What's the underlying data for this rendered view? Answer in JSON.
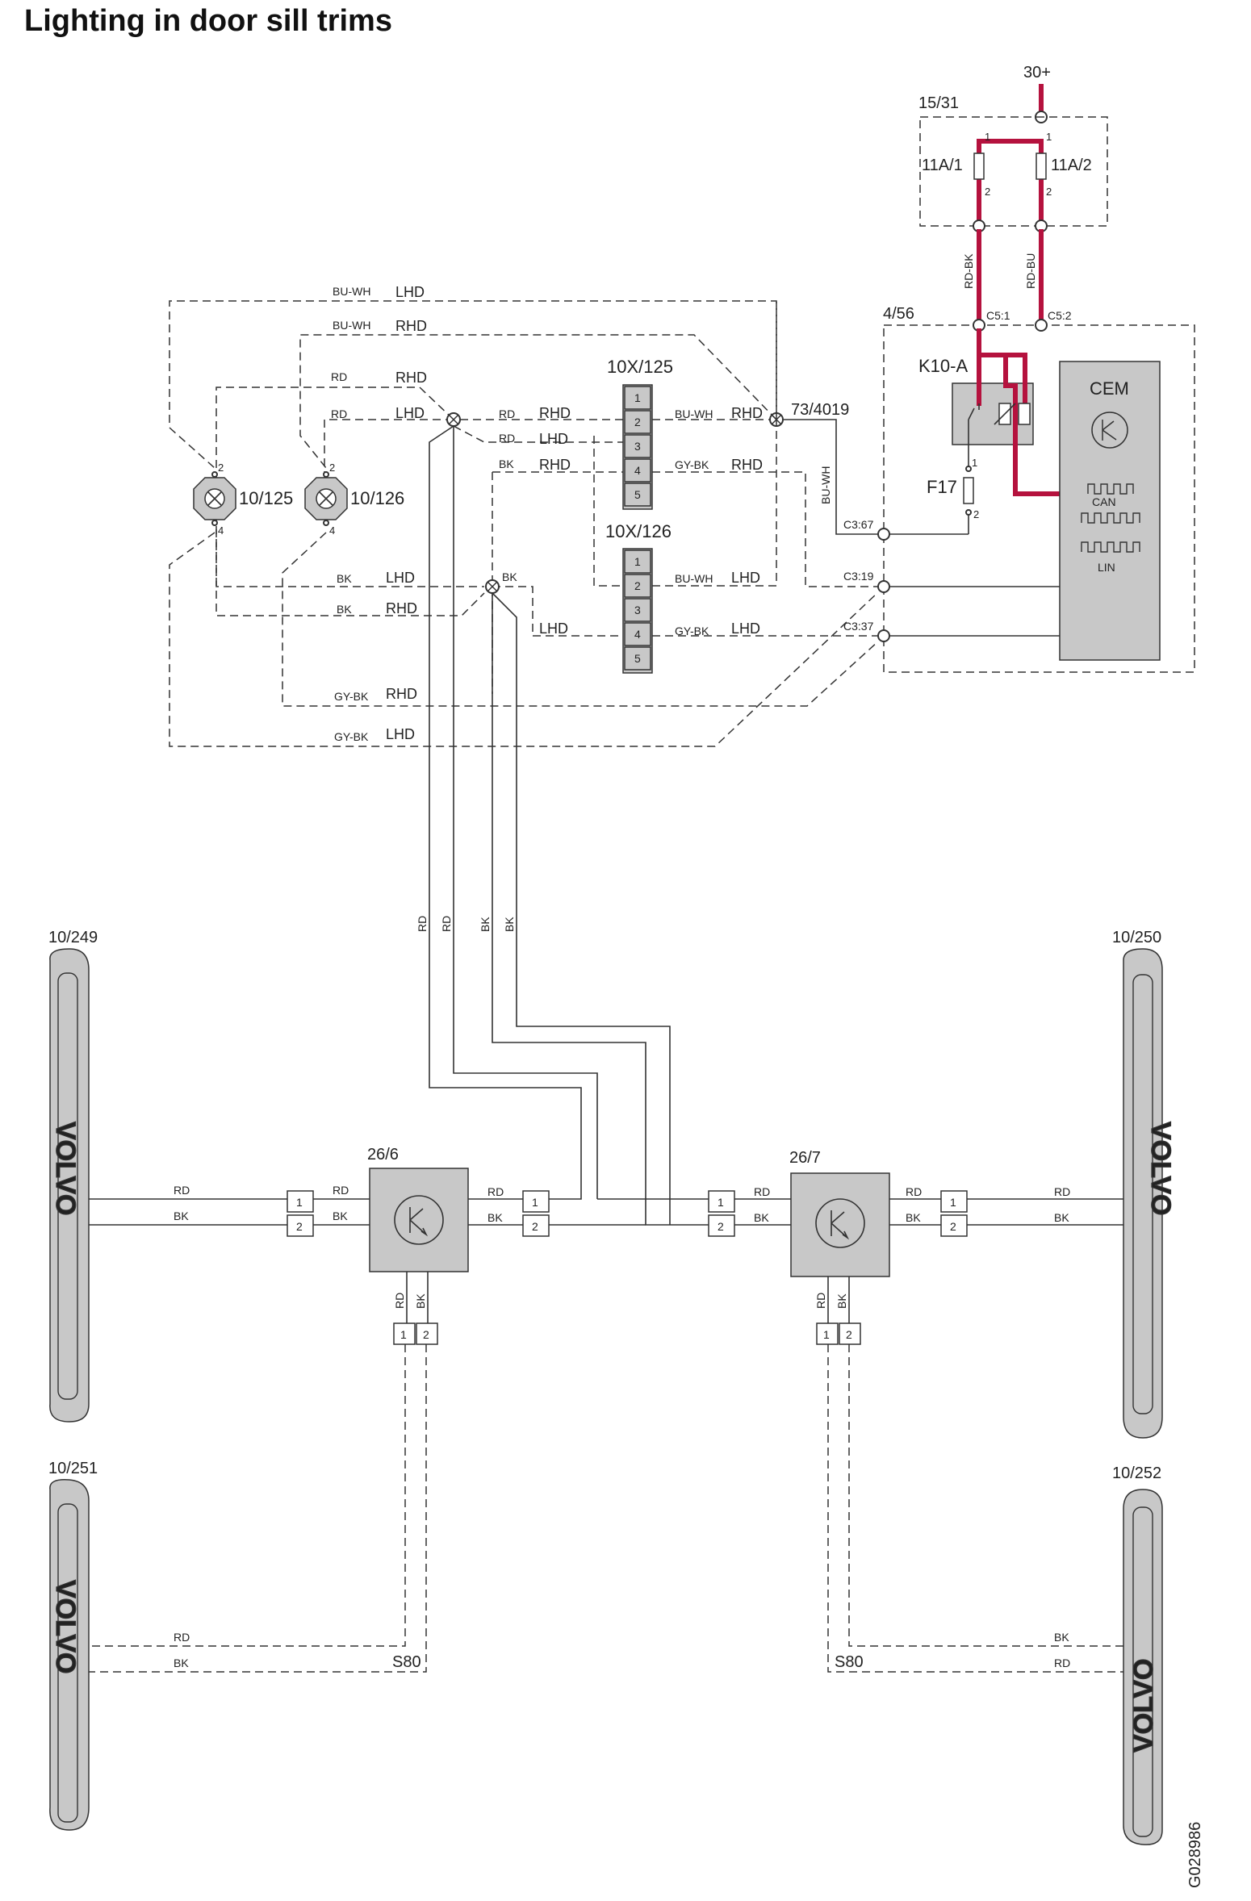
{
  "title": "Lighting in door sill trims",
  "image_ref": "G028986",
  "colors": {
    "power_wire": "#b5123e",
    "module_fill": "#c8c8c8"
  },
  "supply": {
    "label": "30+"
  },
  "fusebox": {
    "label": "15/31",
    "fuse_a": "11A/1",
    "fuse_b": "11A/2",
    "pin1": "1",
    "pin2": "2",
    "wire_a": "RD-BK",
    "wire_b": "RD-BU"
  },
  "cem_box": {
    "label": "4/56",
    "c51": "C5:1",
    "c52": "C5:2",
    "relay": "K10-A",
    "module": "CEM",
    "fuse": "F17",
    "f_pin1": "1",
    "f_pin2": "2",
    "can": "CAN",
    "lin": "LIN",
    "c367": "C3:67",
    "c319": "C3:19",
    "c337": "C3:37"
  },
  "splice": {
    "label": "73/4019"
  },
  "vert_wire": "BU-WH",
  "lamps": [
    {
      "label": "10/125",
      "pin_top": "2",
      "pin_bot": "4"
    },
    {
      "label": "10/126",
      "pin_top": "2",
      "pin_bot": "4"
    }
  ],
  "connectors": {
    "c125": {
      "label": "10X/125",
      "pins": [
        "1",
        "2",
        "3",
        "4",
        "5"
      ]
    },
    "c126": {
      "label": "10X/126",
      "pins": [
        "1",
        "2",
        "3",
        "4",
        "5"
      ]
    }
  },
  "wires": {
    "buwh_lhd": [
      "BU-WH",
      "LHD"
    ],
    "buwh_rhd": [
      "BU-WH",
      "RHD"
    ],
    "rd_rhd": [
      "RD",
      "RHD"
    ],
    "rd_lhd": [
      "RD",
      "LHD"
    ],
    "s_rd_rhd": [
      "RD",
      "RHD"
    ],
    "s_rd_lhd": [
      "RD",
      "LHD"
    ],
    "s_bk_rhd": [
      "BK",
      "RHD"
    ],
    "p2_rhd": [
      "BU-WH",
      "RHD"
    ],
    "p4_rhd": [
      "GY-BK",
      "RHD"
    ],
    "c2_lhd": [
      "BU-WH",
      "LHD"
    ],
    "c4_lhd": [
      "GY-BK",
      "LHD"
    ],
    "bk_lhd": [
      "BK",
      "LHD"
    ],
    "bk_rhd": [
      "BK",
      "RHD"
    ],
    "lhd_only": "LHD",
    "bk_node": "BK",
    "gybk_rhd": [
      "GY-BK",
      "RHD"
    ],
    "gybk_lhd": [
      "GY-BK",
      "LHD"
    ]
  },
  "vertical_labels": [
    "RD",
    "RD",
    "BK",
    "BK"
  ],
  "sills": [
    {
      "label": "10/249",
      "brand": "VOLVO"
    },
    {
      "label": "10/250",
      "brand": "VOLVO"
    },
    {
      "label": "10/251",
      "brand": "VOLVO"
    },
    {
      "label": "10/252",
      "brand": "VOLVO"
    }
  ],
  "modules": [
    {
      "label": "26/6"
    },
    {
      "label": "26/7"
    }
  ],
  "pins": {
    "one": "1",
    "two": "2"
  },
  "colors_text": {
    "rd": "RD",
    "bk": "BK"
  },
  "variant": "S80"
}
